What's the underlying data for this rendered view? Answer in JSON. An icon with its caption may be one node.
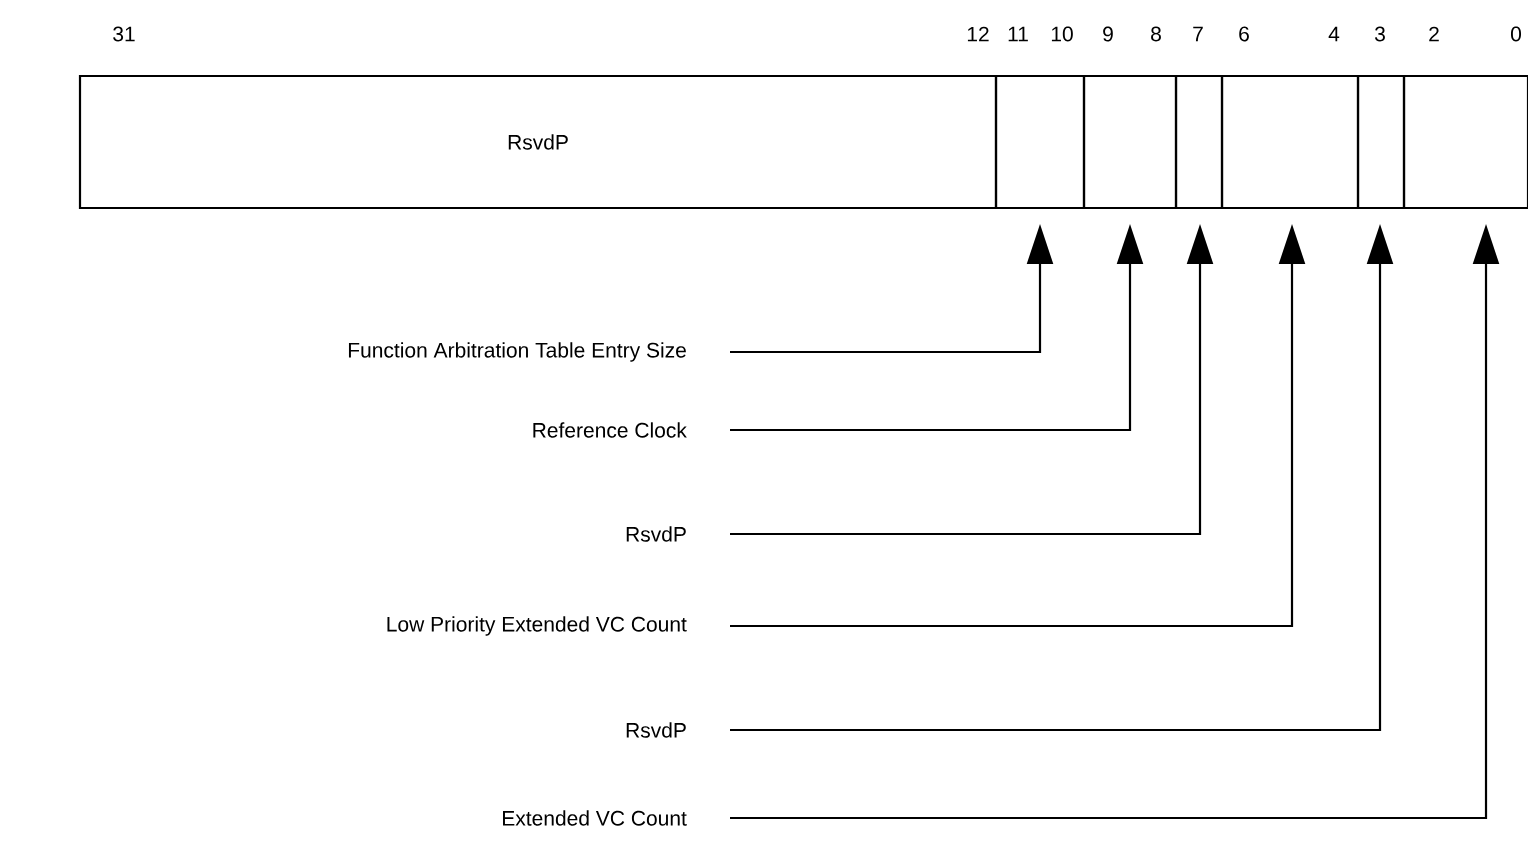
{
  "diagram": {
    "nodes": [
      {
        "text": [
          "RsvdP"
        ]
      },
      {
        "text": [],
        "shape": "box"
      },
      {
        "text": [],
        "shape": "box"
      },
      {
        "text": [],
        "shape": "box"
      },
      {
        "text": [],
        "shape": "box"
      },
      {
        "text": [],
        "shape": "box"
      },
      {
        "text": [],
        "shape": "box"
      },
      {
        "text": [
          "Function Arbitration Table Entry Size"
        ]
      },
      {
        "text": [
          "Reference Clock"
        ]
      },
      {
        "text": [
          "RsvdP"
        ]
      },
      {
        "text": [
          "Low Priority Extended VC Count"
        ]
      },
      {
        "text": [
          "RsvdP"
        ]
      },
      {
        "text": [
          "Extended VC Count"
        ]
      }
    ],
    "edges": [
      {
        "from": 7,
        "to": 1,
        "arrow": "to"
      },
      {
        "from": 8,
        "to": 2,
        "arrow": "to"
      },
      {
        "from": 9,
        "to": 3,
        "arrow": "to"
      },
      {
        "from": 10,
        "to": 4,
        "arrow": "to"
      },
      {
        "from": 11,
        "to": 5,
        "arrow": "to"
      },
      {
        "from": 12,
        "to": 6,
        "arrow": "to"
      }
    ],
    "labels": [
      "31",
      "12",
      "11",
      "10",
      "9",
      "8",
      "7",
      "6",
      "4",
      "3",
      "2",
      "0"
    ]
  }
}
